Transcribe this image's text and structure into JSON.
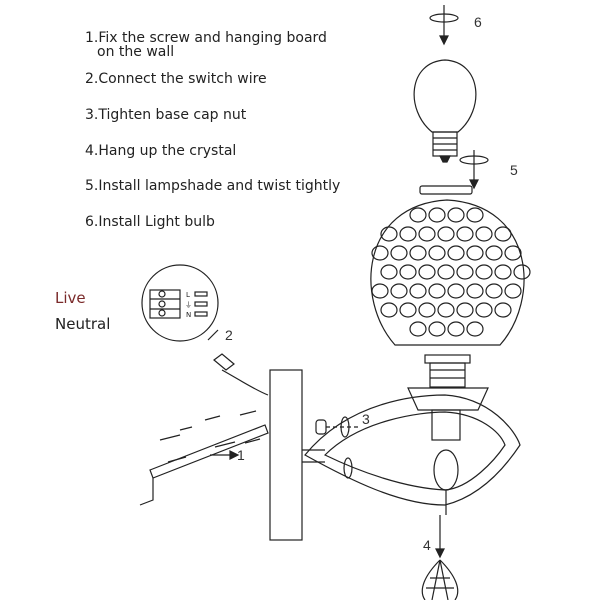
{
  "steps": [
    {
      "line1": "1.Fix the screw and hanging board",
      "line2": "on the wall"
    },
    {
      "line1": "2.Connect the switch wire"
    },
    {
      "line1": "3.Tighten base cap nut"
    },
    {
      "line1": "4.Hang up the crystal"
    },
    {
      "line1": "5.Install lampshade and twist tightly"
    },
    {
      "line1": "6.Install Light bulb"
    }
  ],
  "wire_labels": {
    "live": "Live",
    "neutral": "Neutral",
    "live_color": "#7a2a2a"
  },
  "callouts": {
    "n1": "1",
    "n2": "2",
    "n3": "3",
    "n4": "4",
    "n5": "5",
    "n6": "6"
  },
  "terminal_letters": {
    "l": "L",
    "e": "⏚",
    "n": "N"
  }
}
